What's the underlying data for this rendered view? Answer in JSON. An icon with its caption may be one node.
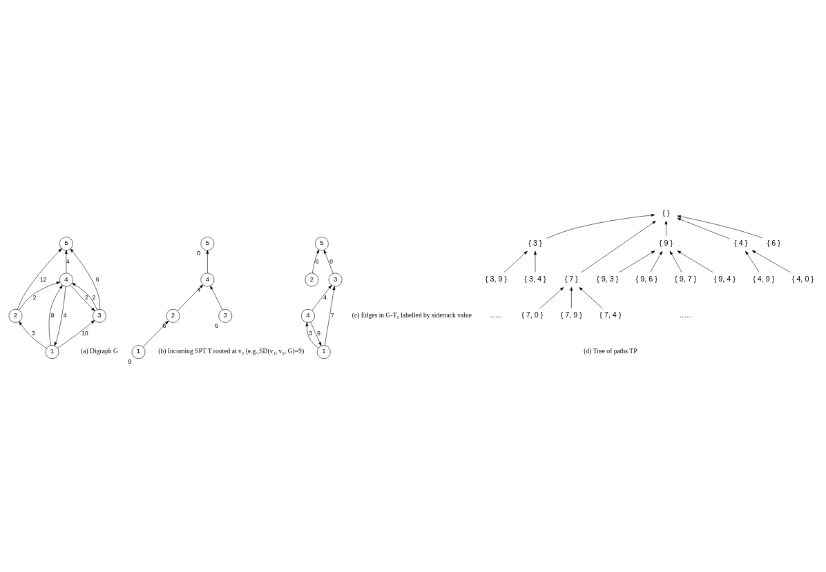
{
  "diagram": {
    "nodes": [
      {
        "text": [
          "1"
        ]
      },
      {
        "text": [
          "2"
        ]
      },
      {
        "text": [
          "3"
        ]
      },
      {
        "text": [
          "4"
        ]
      },
      {
        "text": [
          "5"
        ]
      },
      {
        "text": [
          "1"
        ],
        "beside": [
          "9"
        ]
      },
      {
        "text": [
          "2"
        ],
        "beside": [
          "6"
        ]
      },
      {
        "text": [
          "4"
        ],
        "beside": [
          "4"
        ]
      },
      {
        "text": [
          "5"
        ],
        "beside": [
          "0"
        ]
      },
      {
        "text": [
          "3"
        ],
        "beside": [
          "6"
        ]
      },
      {
        "text": [
          "2"
        ]
      },
      {
        "text": [
          "1"
        ]
      },
      {
        "text": [
          "4"
        ]
      },
      {
        "text": [
          "5"
        ]
      },
      {
        "text": [
          "3"
        ]
      },
      {
        "text": [
          "{ }"
        ]
      },
      {
        "text": [
          "{ 3 }"
        ]
      },
      {
        "text": [
          "{ 4 }"
        ]
      },
      {
        "text": [
          "{ 6 }"
        ]
      },
      {
        "text": [
          "{ 7 }"
        ]
      },
      {
        "text": [
          "{ 9 }"
        ]
      },
      {
        "text": [
          "{ 3, 4 }"
        ]
      },
      {
        "text": [
          "{ 3, 9 }"
        ]
      },
      {
        "text": [
          "{ 4, 0 }"
        ]
      },
      {
        "text": [
          "{ 4, 9 }"
        ]
      },
      {
        "text": [
          "{ 7, 0 }"
        ]
      },
      {
        "text": [
          "{ 7, 4 }"
        ]
      },
      {
        "text": [
          "{ 7, 9 }"
        ]
      },
      {
        "text": [
          "{ 9, 3 }"
        ]
      },
      {
        "text": [
          "{ 9, 4 }"
        ]
      },
      {
        "text": [
          "{ 9, 6 }"
        ]
      },
      {
        "text": [
          "{ 9, 7 }"
        ]
      }
    ],
    "edges": [
      {
        "from": 0,
        "to": 1,
        "arrow": "to",
        "label": "3"
      },
      {
        "from": 1,
        "to": 3,
        "arrow": "to",
        "label": "2"
      },
      {
        "from": 1,
        "to": 4,
        "arrow": "to",
        "label": "12"
      },
      {
        "from": 0,
        "to": 3,
        "arrow": "to",
        "label": "8"
      },
      {
        "from": 3,
        "to": 0,
        "arrow": "to",
        "label": "4"
      },
      {
        "from": 3,
        "to": 4,
        "arrow": "to",
        "label": "4"
      },
      {
        "from": 0,
        "to": 2,
        "arrow": "to",
        "label": "10"
      },
      {
        "from": 2,
        "to": 3,
        "arrow": "to",
        "label": "2"
      },
      {
        "from": 3,
        "to": 2,
        "arrow": "to",
        "label": "2"
      },
      {
        "from": 2,
        "to": 4,
        "arrow": "to",
        "label": "6"
      },
      {
        "from": 5,
        "to": 6,
        "arrow": "to"
      },
      {
        "from": 6,
        "to": 7,
        "arrow": "to"
      },
      {
        "from": 7,
        "to": 8,
        "arrow": "to"
      },
      {
        "from": 9,
        "to": 7,
        "arrow": "to"
      },
      {
        "from": 10,
        "to": 13,
        "arrow": "to",
        "label": "6"
      },
      {
        "from": 11,
        "to": 12,
        "arrow": "to",
        "label": "3"
      },
      {
        "from": 12,
        "to": 11,
        "arrow": "to",
        "label": "9"
      },
      {
        "from": 12,
        "to": 14,
        "arrow": "to",
        "label": "4"
      },
      {
        "from": 11,
        "to": 14,
        "arrow": "to",
        "label": "7"
      },
      {
        "from": 14,
        "to": 13,
        "arrow": "to",
        "label": "0"
      },
      {
        "from": 16,
        "to": 15,
        "arrow": "to"
      },
      {
        "from": 17,
        "to": 15,
        "arrow": "to"
      },
      {
        "from": 18,
        "to": 15,
        "arrow": "to"
      },
      {
        "from": 19,
        "to": 15,
        "arrow": "to"
      },
      {
        "from": 20,
        "to": 15,
        "arrow": "to"
      },
      {
        "from": 21,
        "to": 16,
        "arrow": "to"
      },
      {
        "from": 22,
        "to": 16,
        "arrow": "to"
      },
      {
        "from": 23,
        "to": 17,
        "arrow": "to"
      },
      {
        "from": 24,
        "to": 17,
        "arrow": "to"
      },
      {
        "from": 25,
        "to": 19,
        "arrow": "to"
      },
      {
        "from": 26,
        "to": 19,
        "arrow": "to"
      },
      {
        "from": 27,
        "to": 19,
        "arrow": "to"
      },
      {
        "from": 28,
        "to": 20,
        "arrow": "to"
      },
      {
        "from": 29,
        "to": 20,
        "arrow": "to"
      },
      {
        "from": 30,
        "to": 20,
        "arrow": "to"
      },
      {
        "from": 31,
        "to": 20,
        "arrow": "to"
      }
    ],
    "labels": [
      "(a) Digraph G",
      "(b) Incoming SPT T rooted at v₅ (e.g.,SD(v₁, v₅, G)=9)",
      "(c) Edges in G-T₅ labelled by sidetrack value",
      ".......",
      ".......",
      "(d) Tree of paths TP"
    ]
  }
}
